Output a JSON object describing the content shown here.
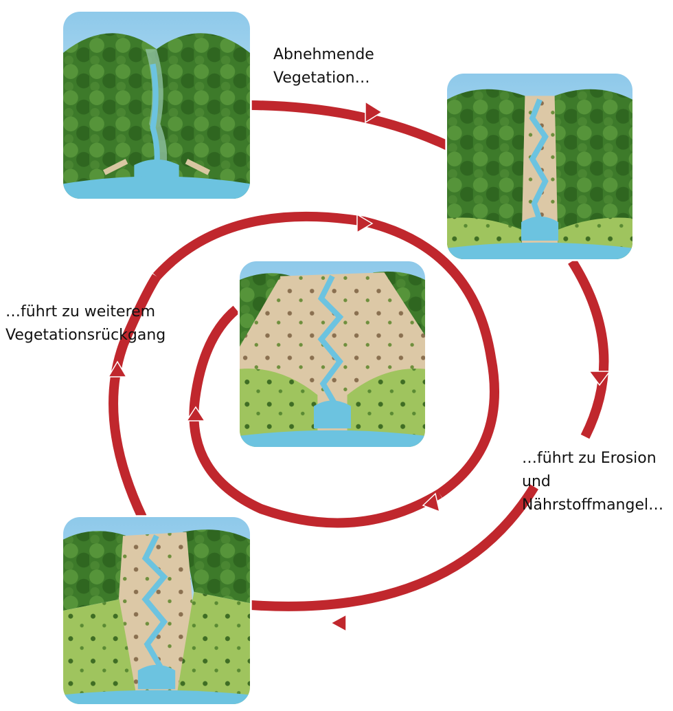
{
  "colors": {
    "cycle_arrow": "#c0272d",
    "label_text": "#111111",
    "sky": "#a8d4ee",
    "forest": "#3f7a2c",
    "water": "#6cc3e0",
    "eroded_soil": "#dcc8a6"
  },
  "labels": {
    "step1": [
      "Abnehmende",
      "Vegetation…"
    ],
    "step2": [
      "…führt zu Erosion",
      "und",
      "Nährstoffmangel…"
    ],
    "step3": [
      "…führt zu weiterem",
      "Vegetationsrückgang"
    ]
  },
  "panels": [
    {
      "name": "dense-forest-valley",
      "vegetation_level": 1.0
    },
    {
      "name": "thinning-forest-valley",
      "vegetation_level": 0.75
    },
    {
      "name": "eroding-valley",
      "vegetation_level": 0.5
    },
    {
      "name": "degraded-valley",
      "vegetation_level": 0.25
    }
  ]
}
